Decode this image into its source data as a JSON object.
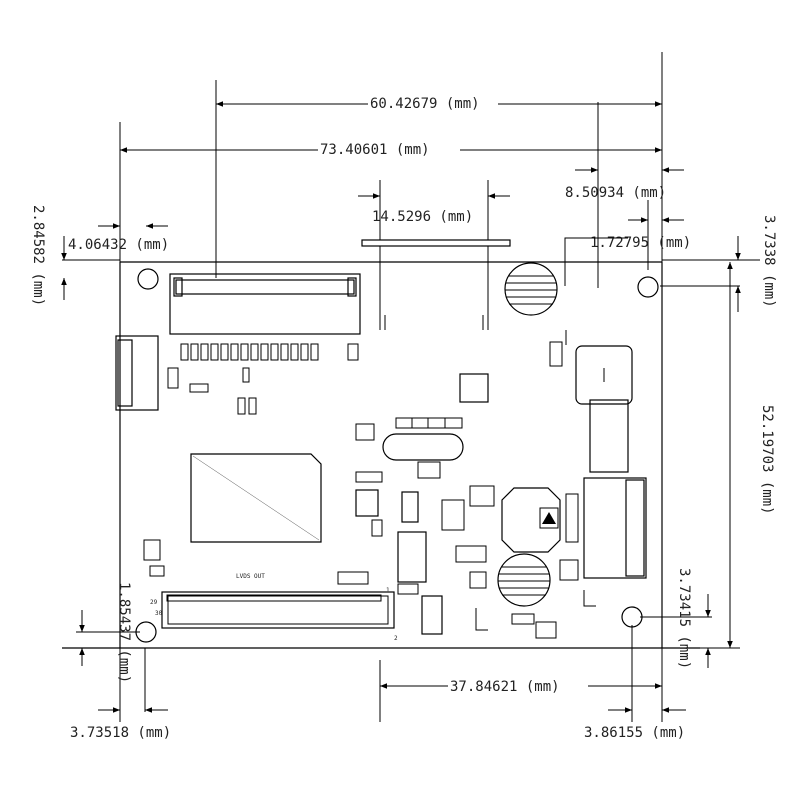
{
  "dimensions": {
    "d_60_42679": "60.42679 (mm)",
    "d_73_40601": "73.40601 (mm)",
    "d_14_5296": "14.5296 (mm)",
    "d_8_50934": "8.50934 (mm)",
    "d_4_06432": "4.06432 (mm)",
    "d_1_72795": "1.72795 (mm)",
    "d_2_84582": "2.84582 (mm)",
    "d_3_7338": "3.7338 (mm)",
    "d_52_19703": "52.19703 (mm)",
    "d_3_73415": "3.73415 (mm)",
    "d_1_85437": "1.85437 (mm)",
    "d_37_84621": "37.84621 (mm)",
    "d_3_73518": "3.73518 (mm)",
    "d_3_86155": "3.86155 (mm)"
  },
  "silkscreen": {
    "lvds_out": "LVDS OUT",
    "pin_29": "29",
    "pin_30": "30",
    "pin_1": "1",
    "pin_2": "2"
  }
}
